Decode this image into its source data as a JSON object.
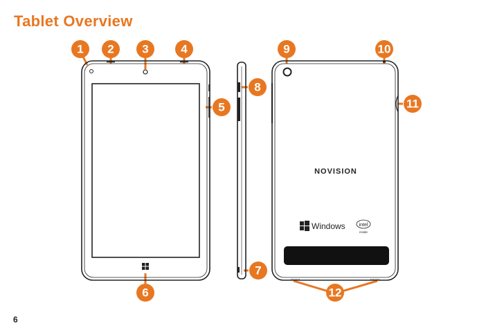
{
  "title": "Tablet Overview",
  "page_number": "6",
  "accent_color": "#e87722",
  "callouts": [
    "1",
    "2",
    "3",
    "4",
    "5",
    "6",
    "7",
    "8",
    "9",
    "10",
    "11",
    "12"
  ],
  "back": {
    "brand": "NOVISION",
    "windows_label": "Windows",
    "intel_label": "intel",
    "intel_inside": "inside"
  }
}
